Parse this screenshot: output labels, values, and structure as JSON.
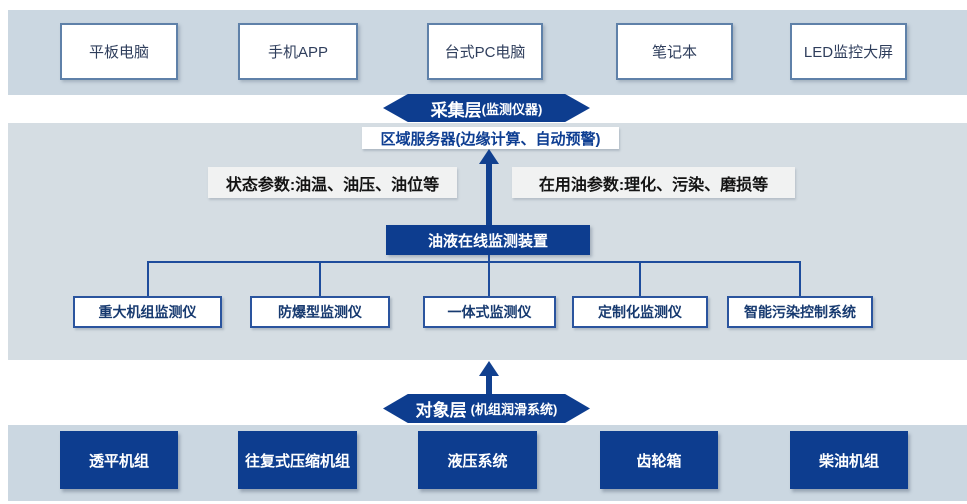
{
  "colors": {
    "navy": "#0d3d8f",
    "connector": "#1e4c9c",
    "band_light": "#cbd7e1",
    "band_mid": "#d5dde3",
    "label_bg": "#f1f2f2"
  },
  "display_devices": [
    "平板电脑",
    "手机APP",
    "台式PC电脑",
    "笔记本",
    "LED监控大屏"
  ],
  "collection_pill": {
    "title": "采集层",
    "subtitle": "(监测仪器)"
  },
  "server_label": "区域服务器(边缘计算、自动预警)",
  "param_left": "状态参数:油温、油压、油位等",
  "param_right": "在用油参数:理化、污染、磨损等",
  "core_device_label": "油液在线监测装置",
  "monitors": [
    "重大机组监测仪",
    "防爆型监测仪",
    "一体式监测仪",
    "定制化监测仪",
    "智能污染控制系统"
  ],
  "object_pill": {
    "title": "对象层",
    "subtitle": "(机组润滑系统)"
  },
  "equipment": [
    "透平机组",
    "往复式压缩机组",
    "液压系统",
    "齿轮箱",
    "柴油机组"
  ]
}
